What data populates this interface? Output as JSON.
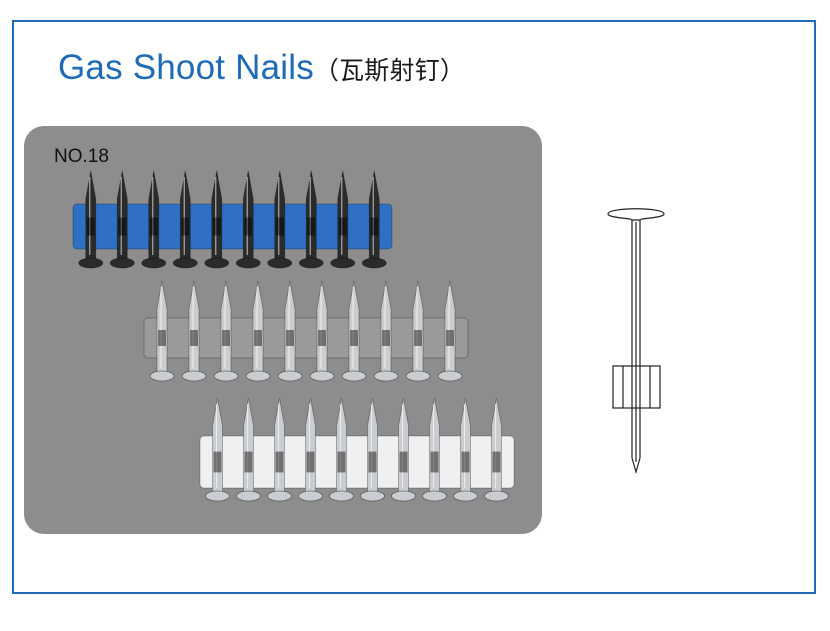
{
  "page": {
    "title": "Gas Shoot Nails",
    "title_cn": "（瓦斯射钉）"
  },
  "photo": {
    "model_label": "NO.18",
    "strips": [
      {
        "name": "blue-strip",
        "nail_count": 10,
        "band_color": "#2f6fc4",
        "nail_color": "#2b2b2b"
      },
      {
        "name": "grey-strip",
        "nail_count": 10,
        "band_color": "#9a9a9a",
        "nail_color": "#c9ccd0"
      },
      {
        "name": "white-strip",
        "nail_count": 10,
        "band_color": "#f0f0f0",
        "nail_color": "#c9ccd0"
      }
    ]
  },
  "colors": {
    "frame": "#1e6bb8",
    "title": "#1e6bb8",
    "photo_background": "#8d8d8d"
  }
}
